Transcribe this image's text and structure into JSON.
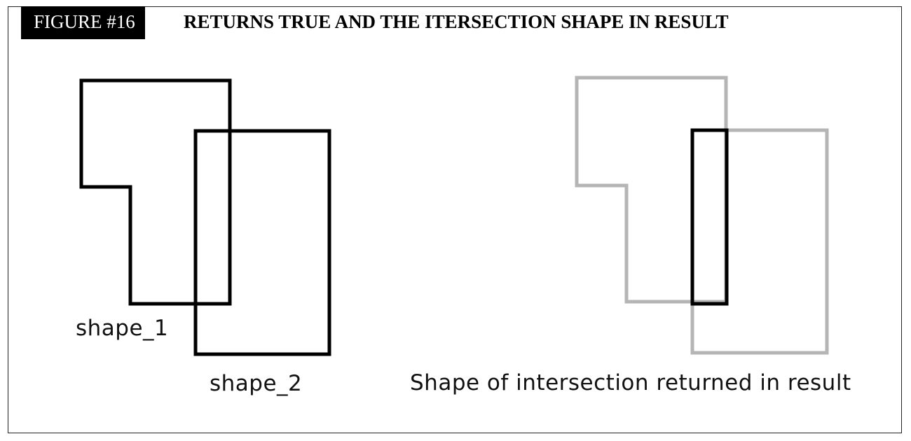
{
  "figure": {
    "number_label": "FIGURE #16",
    "title": "RETURNS TRUE AND THE ITERSECTION SHAPE IN RESULT"
  },
  "labels": {
    "shape_1": "shape_1",
    "shape_2": "shape_2",
    "result": "Shape of intersection returned in result"
  },
  "colors": {
    "outline": "#000000",
    "faded_outline": "#b5b5b5",
    "tag_background": "#000000",
    "tag_text": "#ffffff"
  }
}
